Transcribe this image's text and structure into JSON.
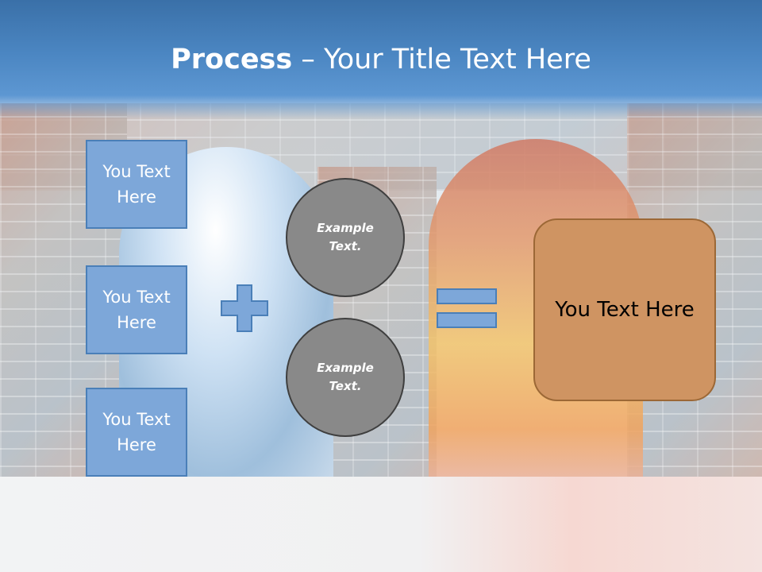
{
  "slide": {
    "title_bold": "Process",
    "title_rest": " – Your Title Text Here"
  },
  "inputs": [
    {
      "label": "You Text Here"
    },
    {
      "label": "You Text Here"
    },
    {
      "label": "You Text Here"
    }
  ],
  "operators": {
    "plus_icon": "plus-icon",
    "equals_icon": "equals-icon"
  },
  "circles": [
    {
      "label": "Example Text."
    },
    {
      "label": "Example Text."
    }
  ],
  "result": {
    "label": "You Text Here"
  },
  "colors": {
    "title_bar": "#4b86c2",
    "box_fill": "#7da7d9",
    "box_border": "#4a7fb8",
    "circle_fill": "#898989",
    "result_fill": "#cf9462"
  }
}
